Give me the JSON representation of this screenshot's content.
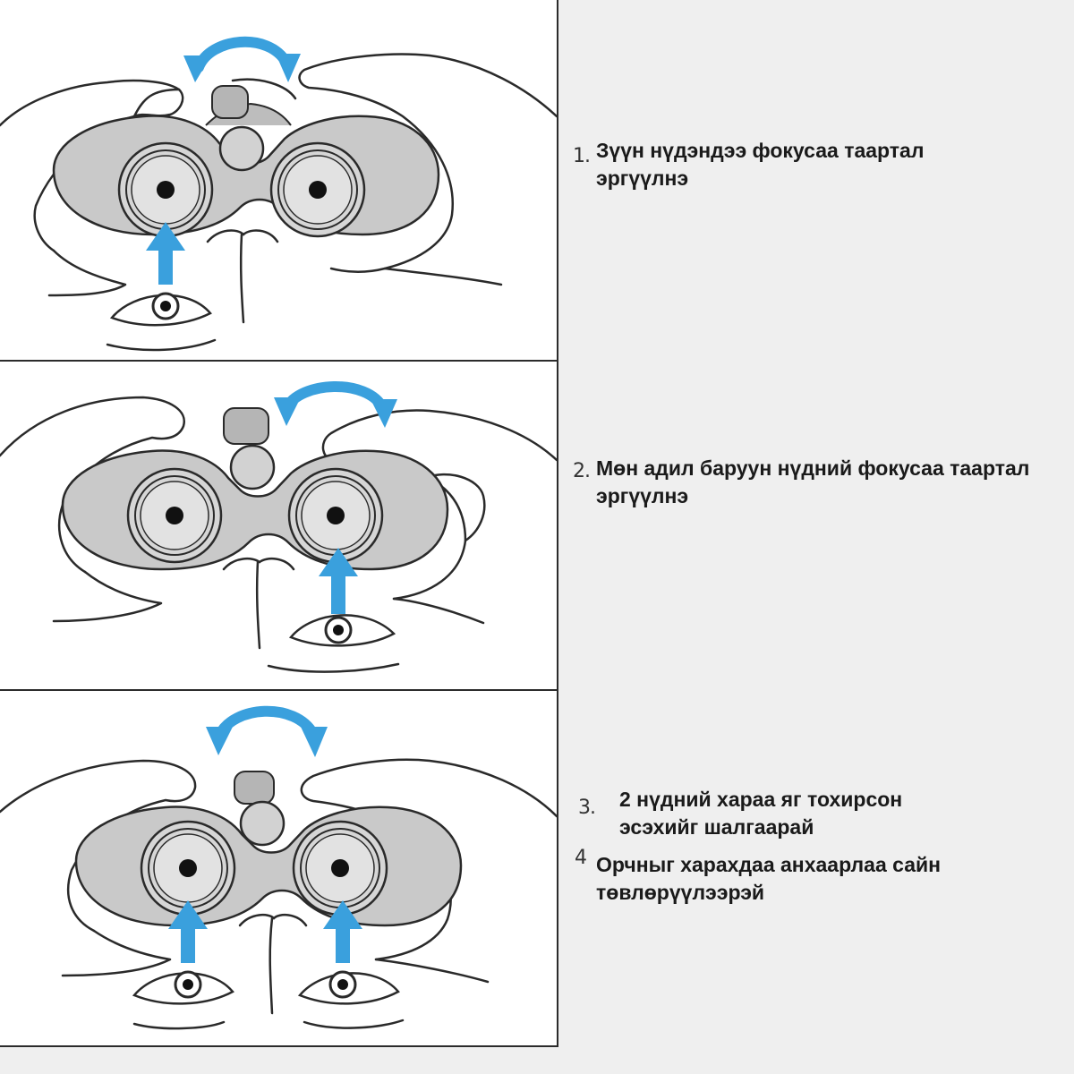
{
  "colors": {
    "arrow": "#3aa0dd",
    "binocular_body": "#c9c9c9",
    "eyepiece": "#d6d6d6",
    "outline": "#2a2a2a",
    "background_right": "#efefef"
  },
  "icons": [
    "rotate-arrow-icon",
    "up-arrow-icon",
    "eye-icon",
    "binoculars-icon",
    "hand-icon"
  ],
  "steps": [
    {
      "number": "1.",
      "text": "Зүүн нүдэндээ фокусаа таартал\nэргүүлнэ"
    },
    {
      "number": "2.",
      "text": "Мөн адил баруун нүдний фокусаа таартал\nэргүүлнэ"
    },
    {
      "number": "3.",
      "text": "2 нүдний хараа яг тохирсон\nэсэхийг шалгаарай"
    },
    {
      "number": "4",
      "text": "Орчныг харахдаа анхаарлаа сайн\nтөвлөрүүлээрэй"
    }
  ]
}
